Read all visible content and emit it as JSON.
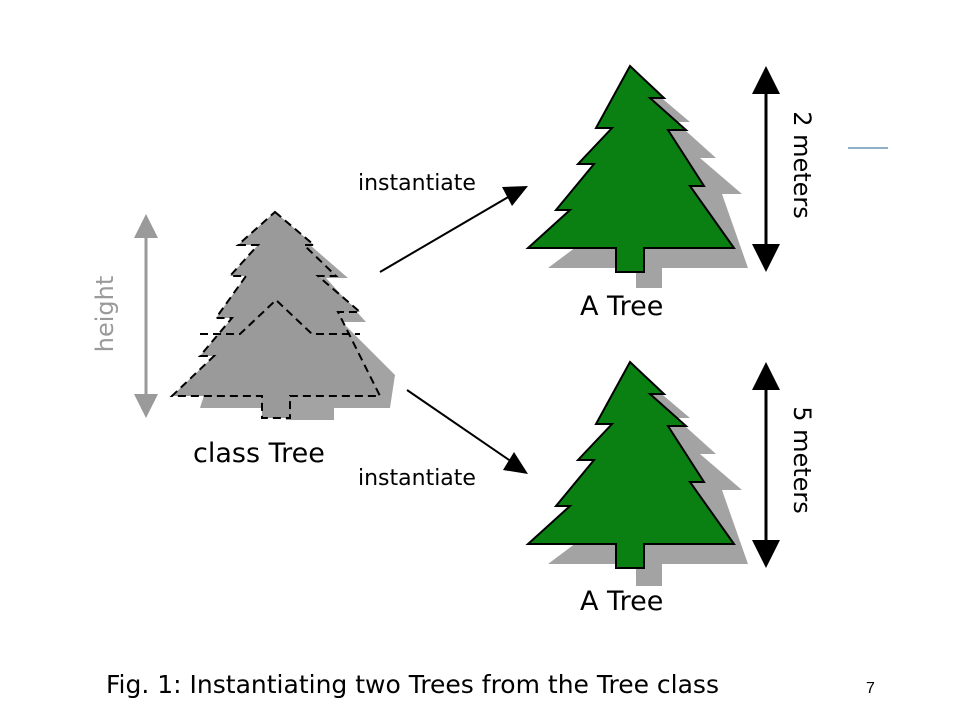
{
  "colors": {
    "tree_green": "#0a8012",
    "tree_gray": "#9a9a9a",
    "shadow_gray": "#a3a3a3",
    "outline": "#000000",
    "accent_line": "#8fb0c8"
  },
  "diagram": {
    "class_tree": {
      "label": "class Tree",
      "dimension_label": "height"
    },
    "instances": [
      {
        "label": "A Tree",
        "dimension_label": "2 meters"
      },
      {
        "label": "A Tree",
        "dimension_label": "5 meters"
      }
    ],
    "arrows": [
      {
        "label": "instantiate"
      },
      {
        "label": "instantiate"
      }
    ]
  },
  "caption": "Fig. 1: Instantiating two Trees from the Tree class",
  "page_number": "7"
}
